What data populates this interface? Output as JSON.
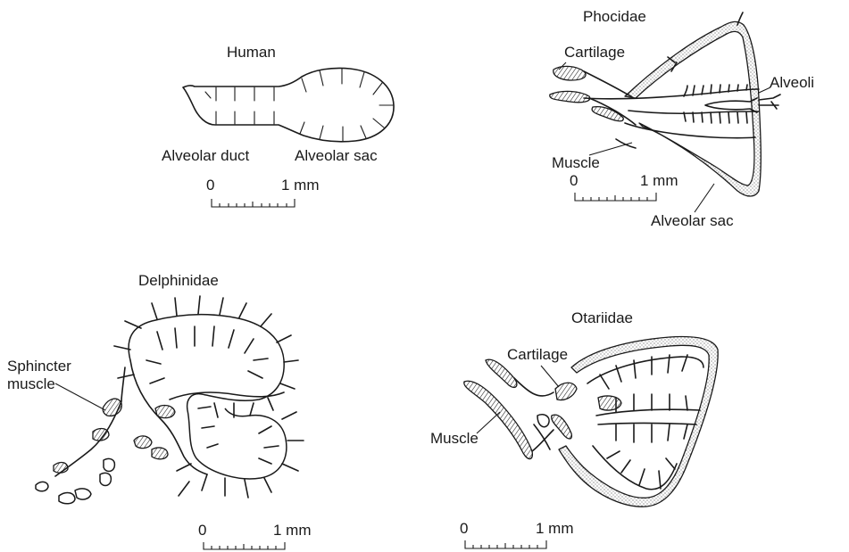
{
  "human": {
    "title": "Human",
    "duct_label": "Alveolar duct",
    "sac_label": "Alveolar sac",
    "scale_zero": "0",
    "scale_one": "1 mm"
  },
  "phocidae": {
    "title": "Phocidae",
    "cartilage_label": "Cartilage",
    "alveoli_label": "Alveoli",
    "muscle_label": "Muscle",
    "sac_label": "Alveolar sac",
    "scale_zero": "0",
    "scale_one": "1 mm"
  },
  "delphinidae": {
    "title": "Delphinidae",
    "sphincter_label_line1": "Sphincter",
    "sphincter_label_line2": "muscle",
    "scale_zero": "0",
    "scale_one": "1 mm"
  },
  "otariidae": {
    "title": "Otariidae",
    "cartilage_label": "Cartilage",
    "muscle_label": "Muscle",
    "scale_zero": "0",
    "scale_one": "1 mm"
  }
}
